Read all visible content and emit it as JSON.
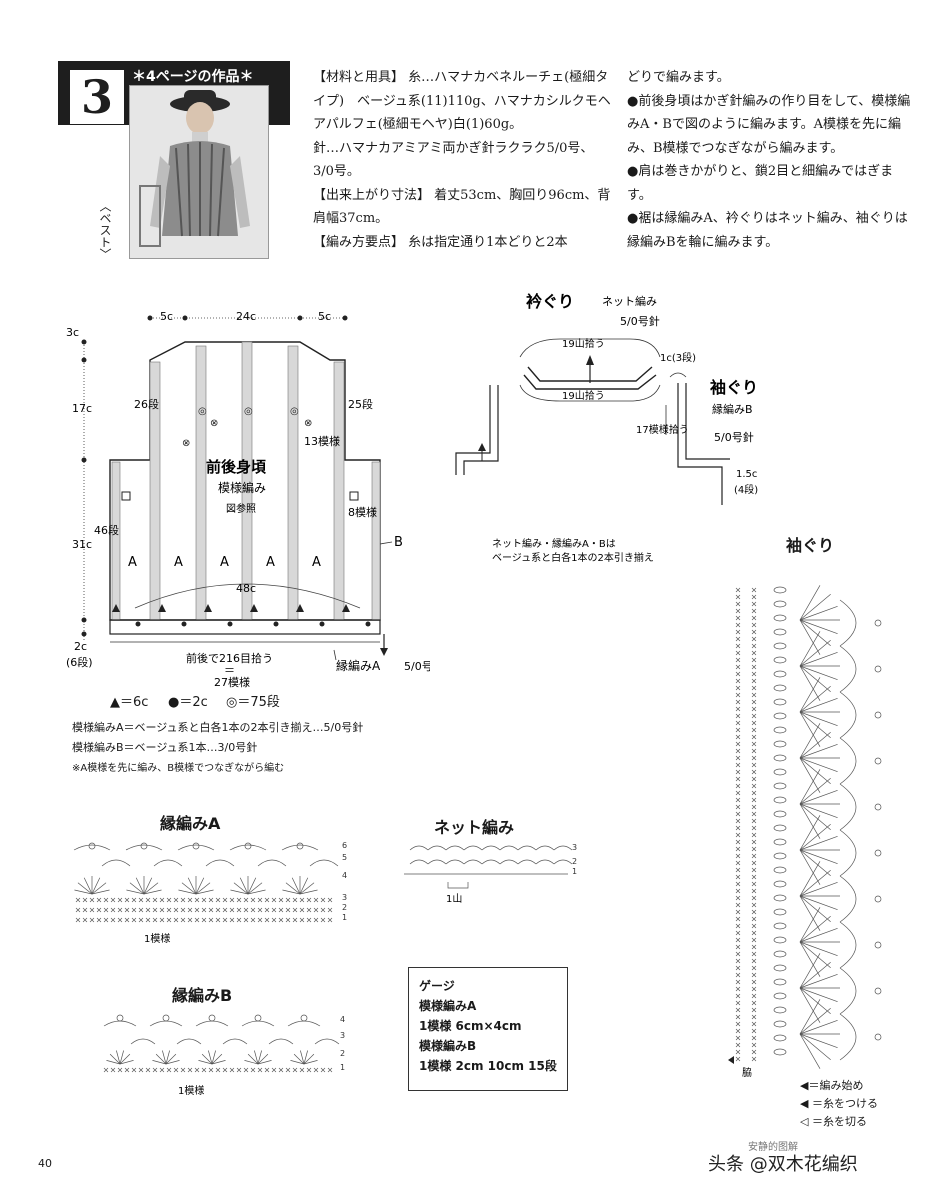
{
  "header": {
    "number": "3",
    "page_ref": "＊4ページの作品＊",
    "vest_label": "〈ベスト〉"
  },
  "materials": {
    "p1": "【材料と用具】 糸…ハマナカベネルーチェ(極細タイプ)　ベージュ系(11)110g、ハマナカシルクモヘアパルフェ(極細モヘヤ)白(1)60g。",
    "p2": "針…ハマナカアミアミ両かぎ針ラクラク5/0号、3/0号。",
    "p3": "【出来上がり寸法】 着丈53cm、胸回り96cm、背肩幅37cm。",
    "p4": "【編み方要点】 糸は指定通り1本どりと2本"
  },
  "steps": {
    "p1": "どりで編みます。",
    "p2": "●前後身頃はかぎ針編みの作り目をして、模様編みA・Bで図のように編みます。A模様を先に編み、B模様でつなぎながら編みます。",
    "p3": "●肩は巻きかがりと、鎖2目と細編みではぎます。",
    "p4": "●裾は縁編みA、衿ぐりはネット編み、袖ぐりは縁編みBを輪に編みます。"
  },
  "body_diagram": {
    "title": "前後身頃",
    "pattern": "模様編み",
    "see_chart": "図参照",
    "dim_5c_left": "5c",
    "dim_24c": "24c",
    "dim_5c_right": "5c",
    "dim_3c": "3c",
    "dim_17c": "17c",
    "dim_31c": "31c",
    "dim_2c": "2c",
    "dim_6dan": "(6段)",
    "rows_26": "26段",
    "rows_25": "25段",
    "rows_46": "46段",
    "rows_8": "8模様",
    "rows_13": "13模様",
    "label_a": "A",
    "label_b": "B",
    "dim_48c": "48c",
    "pickup": "前後で216目拾う",
    "equals": "＝",
    "pattern27": "27模様",
    "edge_a": "縁編みA",
    "needle_5": "5/0号針"
  },
  "legend": {
    "tri": "▲＝6c",
    "dot": "●＝2c",
    "circle": "◎＝75段"
  },
  "notes": {
    "n1": "模様編みA＝ベージュ系と白各1本の2本引き揃え…5/0号針",
    "n2": "模様編みB＝ベージュ系1本…3/0号針",
    "n3": "※A模様を先に編み、B模様でつなぎながら編む"
  },
  "neckline": {
    "title": "衿ぐり",
    "subtitle": "ネット編み",
    "needle": "5/0号針",
    "pick_top": "19山拾う",
    "pick_bottom": "19山拾う",
    "rows": "1c(3段)"
  },
  "armhole_small": {
    "title": "袖ぐり",
    "subtitle": "縁編みB",
    "needle": "5/0号針",
    "pickup": "17模様拾う",
    "dim": "1.5c",
    "rows": "(4段)",
    "note1": "ネット編み・縁編みA・Bは",
    "note2": "ベージュ系と白各1本の2本引き揃え"
  },
  "armhole_chart": {
    "title": "袖ぐり",
    "side": "脇",
    "key1": "◀＝編み始め",
    "key2": "◀ ＝糸をつける",
    "key3": "◁ ＝糸を切る"
  },
  "edge_a_chart": {
    "title": "縁編みA",
    "repeat": "1模様",
    "rows": [
      "6",
      "5",
      "4",
      "3",
      "2",
      "1"
    ]
  },
  "net_chart": {
    "title": "ネット編み",
    "repeat": "1山",
    "rows": [
      "3",
      "2",
      "1"
    ]
  },
  "edge_b_chart": {
    "title": "縁編みB",
    "repeat": "1模様",
    "rows": [
      "4",
      "3",
      "2",
      "1"
    ]
  },
  "gauge": {
    "title": "ゲージ",
    "a_label": "模様編みA",
    "a_value": "1模様 6cm×4cm",
    "b_label": "模様編みB",
    "b_value": "1模様 2cm 10cm 15段"
  },
  "footer": {
    "page": "40",
    "watermark": "头条 @双木花编织",
    "watermark_sub": "安静的图解"
  }
}
